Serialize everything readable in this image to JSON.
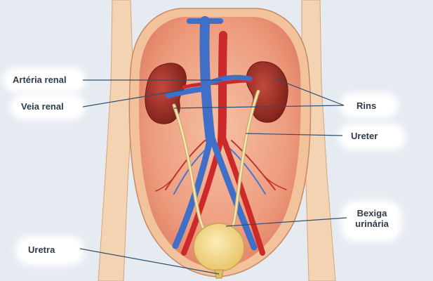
{
  "labels": {
    "arteria_renal": "Artéria renal",
    "veia_renal": "Veia renal",
    "rins": "Rins",
    "ureter": "Ureter",
    "bexiga_line1": "Bexiga",
    "bexiga_line2": "urinária",
    "uretra": "Uretra"
  },
  "colors": {
    "background": "#e6ebf2",
    "body_wall": "#f0c9a3",
    "abdomen": "#f2a789",
    "kidney": "#9c3028",
    "vein": "#3f6fc7",
    "artery": "#cc2a2a",
    "ureter": "#f2e6b0",
    "bladder": "#f4dd8e",
    "leader_line": "#2f4f6f"
  }
}
